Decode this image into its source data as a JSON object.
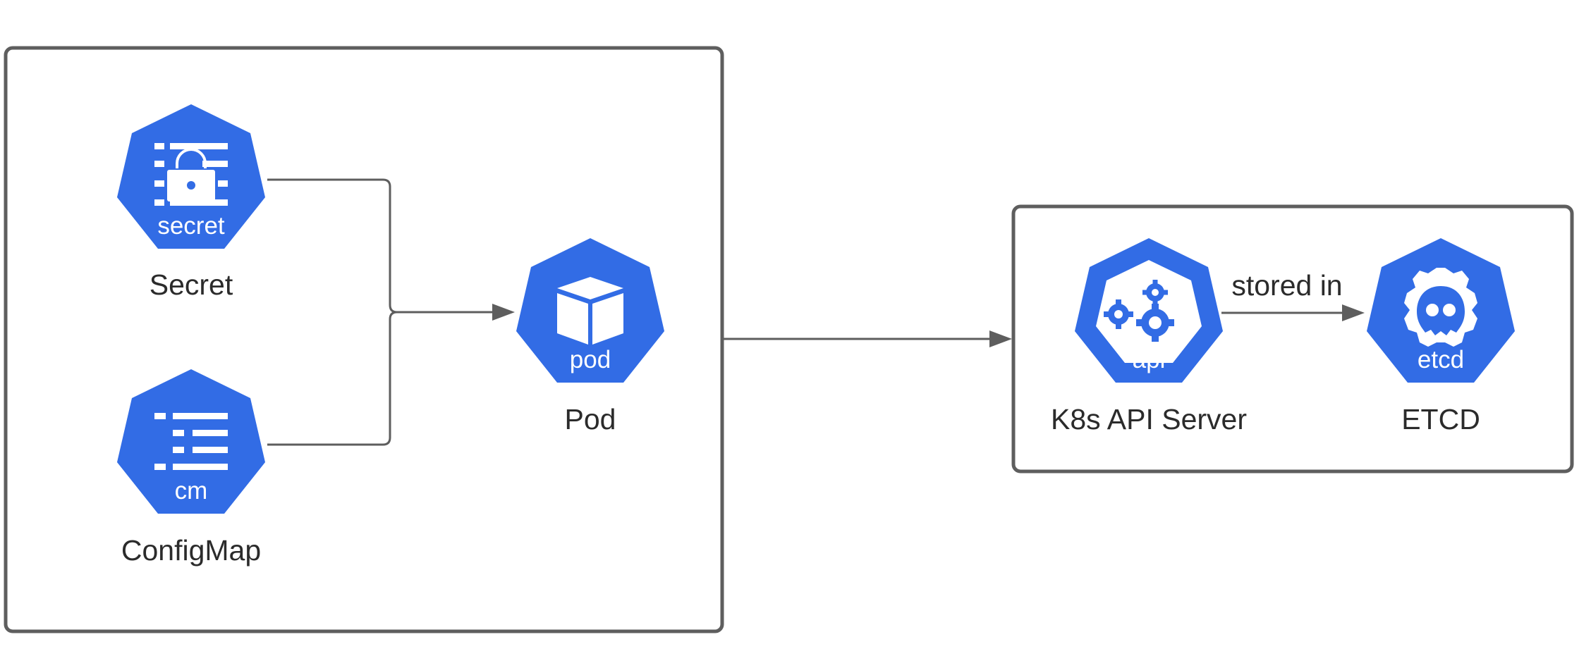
{
  "colors": {
    "icon_fill": "#326ce5",
    "line": "#5e5e5e",
    "text": "#2b2b2b"
  },
  "nodes": {
    "secret": {
      "icon_text": "secret",
      "label": "Secret",
      "icon": "secret-icon"
    },
    "configmap": {
      "icon_text": "cm",
      "label": "ConfigMap",
      "icon": "configmap-icon"
    },
    "pod": {
      "icon_text": "pod",
      "label": "Pod",
      "icon": "pod-icon"
    },
    "api": {
      "icon_text": "api",
      "label": "K8s API Server",
      "icon": "api-server-icon"
    },
    "etcd": {
      "icon_text": "etcd",
      "label": "ETCD",
      "icon": "etcd-icon"
    }
  },
  "edges": {
    "api_to_etcd": {
      "label": "stored in"
    }
  }
}
